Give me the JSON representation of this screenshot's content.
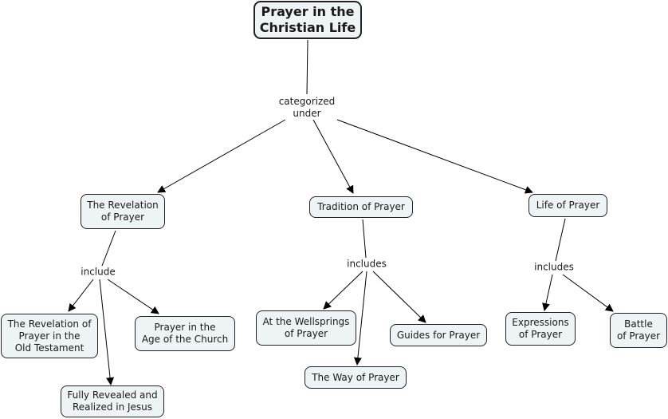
{
  "diagram": {
    "root": "Prayer in the\nChristian Life",
    "nodes": {
      "revelation": "The Revelation\nof Prayer",
      "tradition": "Tradition of Prayer",
      "life": "Life of Prayer",
      "old_testament": "The Revelation of\nPrayer in the\nOld Testament",
      "fully_revealed": "Fully Revealed and\nRealized in Jesus",
      "age_church": "Prayer in the\nAge of the Church",
      "wellsprings": "At the Wellsprings\nof Prayer",
      "way": "The Way of Prayer",
      "guides": "Guides for Prayer",
      "expressions": "Expressions\nof Prayer",
      "battle": "Battle\nof Prayer"
    },
    "links": {
      "categorized": "categorized\nunder",
      "include": "include",
      "includes_tradition": "includes",
      "includes_life": "includes"
    }
  }
}
